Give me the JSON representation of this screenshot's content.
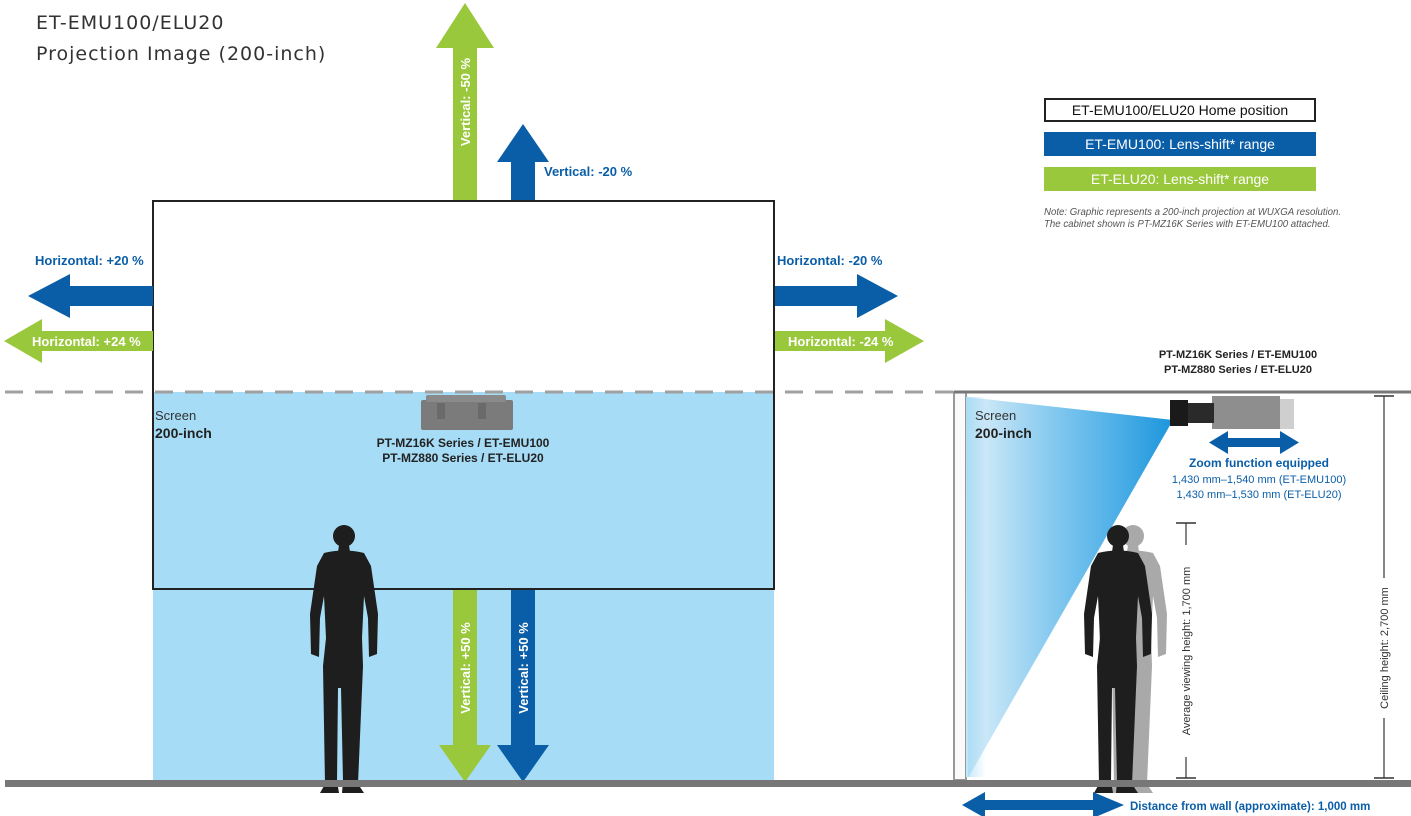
{
  "title": {
    "line1": "ET-EMU100/ELU20",
    "line2": "Projection Image (200-inch)"
  },
  "legend": [
    {
      "label": "ET-EMU100/ELU20 Home position"
    },
    {
      "label": "ET-EMU100: Lens-shift* range"
    },
    {
      "label": "ET-ELU20: Lens-shift* range"
    }
  ],
  "note": {
    "line1": "Note: Graphic represents a 200-inch projection at WUXGA resolution.",
    "line2": "The cabinet shown is PT-MZ16K Series with ET-EMU100 attached."
  },
  "colors": {
    "blue": "#0a5ea8",
    "green": "#9ac83c",
    "screen_blue": "#a6dcf5",
    "floor": "#777777"
  },
  "front_view": {
    "screen_label": "Screen",
    "screen_size": "200-inch",
    "projector_line1": "PT-MZ16K Series / ET-EMU100",
    "projector_line2": "PT-MZ880 Series / ET-ELU20",
    "shifts": {
      "vertical_up_green": "Vertical: -50 %",
      "vertical_up_blue": "Vertical: -20 %",
      "horizontal_left_blue": "Horizontal: +20 %",
      "horizontal_left_green": "Horizontal: +24 %",
      "horizontal_right_blue": "Horizontal: -20 %",
      "horizontal_right_green": "Horizontal: -24 %",
      "vertical_down_green": "Vertical: +50 %",
      "vertical_down_blue": "Vertical: +50 %"
    }
  },
  "side_view": {
    "projector_line1": "PT-MZ16K Series / ET-EMU100",
    "projector_line2": "PT-MZ880 Series / ET-ELU20",
    "screen_label": "Screen",
    "screen_size": "200-inch",
    "zoom_title": "Zoom function equipped",
    "zoom_emu100": "1,430 mm–1,540 mm (ET-EMU100)",
    "zoom_elu20": "1,430 mm–1,530 mm (ET-ELU20)",
    "avg_viewing_height": "Average viewing height: 1,700 mm",
    "ceiling_height": "Ceiling height: 2,700 mm",
    "distance_from_wall": "Distance from wall (approximate): 1,000 mm"
  }
}
